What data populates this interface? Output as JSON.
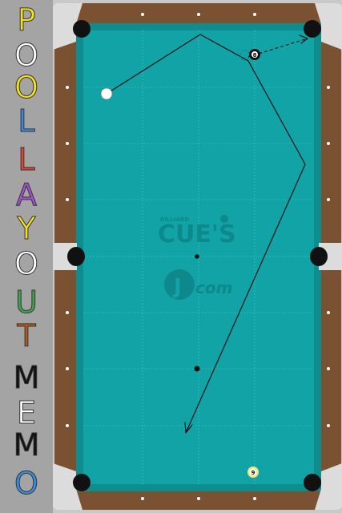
{
  "app": {
    "title_letters": [
      {
        "ch": "P",
        "color": "#f5e21c"
      },
      {
        "ch": "O",
        "color": "#ffffff"
      },
      {
        "ch": "O",
        "color": "#f5e21c"
      },
      {
        "ch": "L",
        "color": "#3a8dde"
      },
      {
        "ch": "L",
        "color": "#e8432b"
      },
      {
        "ch": "A",
        "color": "#a44fd0"
      },
      {
        "ch": "Y",
        "color": "#f5e21c"
      },
      {
        "ch": "O",
        "color": "#ffffff"
      },
      {
        "ch": "U",
        "color": "#3fa34d"
      },
      {
        "ch": "T",
        "color": "#b35a1f"
      },
      {
        "ch": "M",
        "color": "#111111"
      },
      {
        "ch": "E",
        "color": "#ffffff"
      },
      {
        "ch": "M",
        "color": "#111111"
      },
      {
        "ch": "O",
        "color": "#3a8dde"
      }
    ]
  },
  "table": {
    "cloth_color": "#12a3a6",
    "rail_color": "#7a5231",
    "pocket_color": "#111111"
  },
  "balls": [
    {
      "name": "cue-ball",
      "label": "",
      "type": "cue"
    },
    {
      "name": "eight-ball",
      "label": "8",
      "type": "object"
    },
    {
      "name": "nine-ball",
      "label": "9",
      "type": "object"
    }
  ],
  "watermark": {
    "billiard": "BILLIARD",
    "cues": "CUE'S",
    "jcom": "com",
    "j": "J"
  }
}
